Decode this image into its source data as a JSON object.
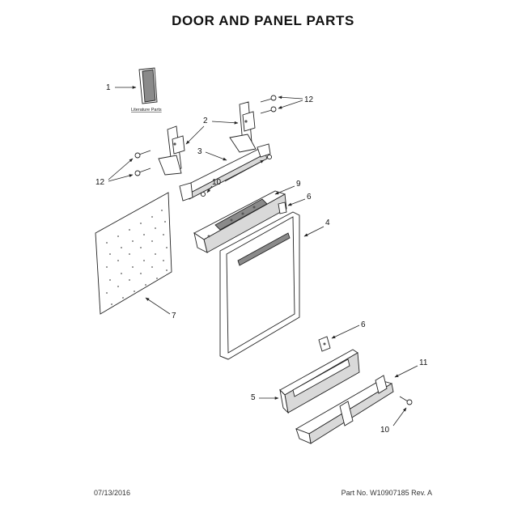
{
  "title": "DOOR AND PANEL PARTS",
  "footer": {
    "date": "07/13/2016",
    "part_no": "Part No. W10907185  Rev. A"
  },
  "literature_label": "Literature Parts",
  "callouts": {
    "c1": "1",
    "c2": "2",
    "c3": "3",
    "c4": "4",
    "c5": "5",
    "c6a": "6",
    "c6b": "6",
    "c7": "7",
    "c9": "9",
    "c10a": "10",
    "c10b": "10",
    "c11": "11",
    "c12a": "12",
    "c12b": "12"
  }
}
